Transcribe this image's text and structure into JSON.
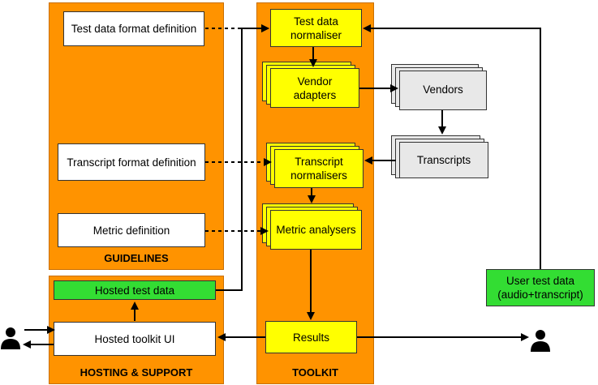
{
  "panels": {
    "guidelines": "GUIDELINES",
    "hosting": "HOSTING & SUPPORT",
    "toolkit": "TOOLKIT"
  },
  "guidelines": {
    "test_data_format": "Test data format definition",
    "transcript_format": "Transcript format definition",
    "metric_definition": "Metric definition"
  },
  "hosting": {
    "hosted_test_data": "Hosted test data",
    "hosted_toolkit_ui": "Hosted toolkit UI"
  },
  "toolkit": {
    "normaliser": "Test data normaliser",
    "vendor_adapters": "Vendor adapters",
    "transcript_normalisers": "Transcript normalisers",
    "metric_analysers": "Metric analysers",
    "results": "Results"
  },
  "external": {
    "vendors": "Vendors",
    "transcripts": "Transcripts",
    "user_test_data": "User test data (audio+transcript)"
  },
  "colors": {
    "panel": "#ff9300",
    "process": "#ffff00",
    "data": "#33dd33",
    "external": "#e8e8e8"
  }
}
